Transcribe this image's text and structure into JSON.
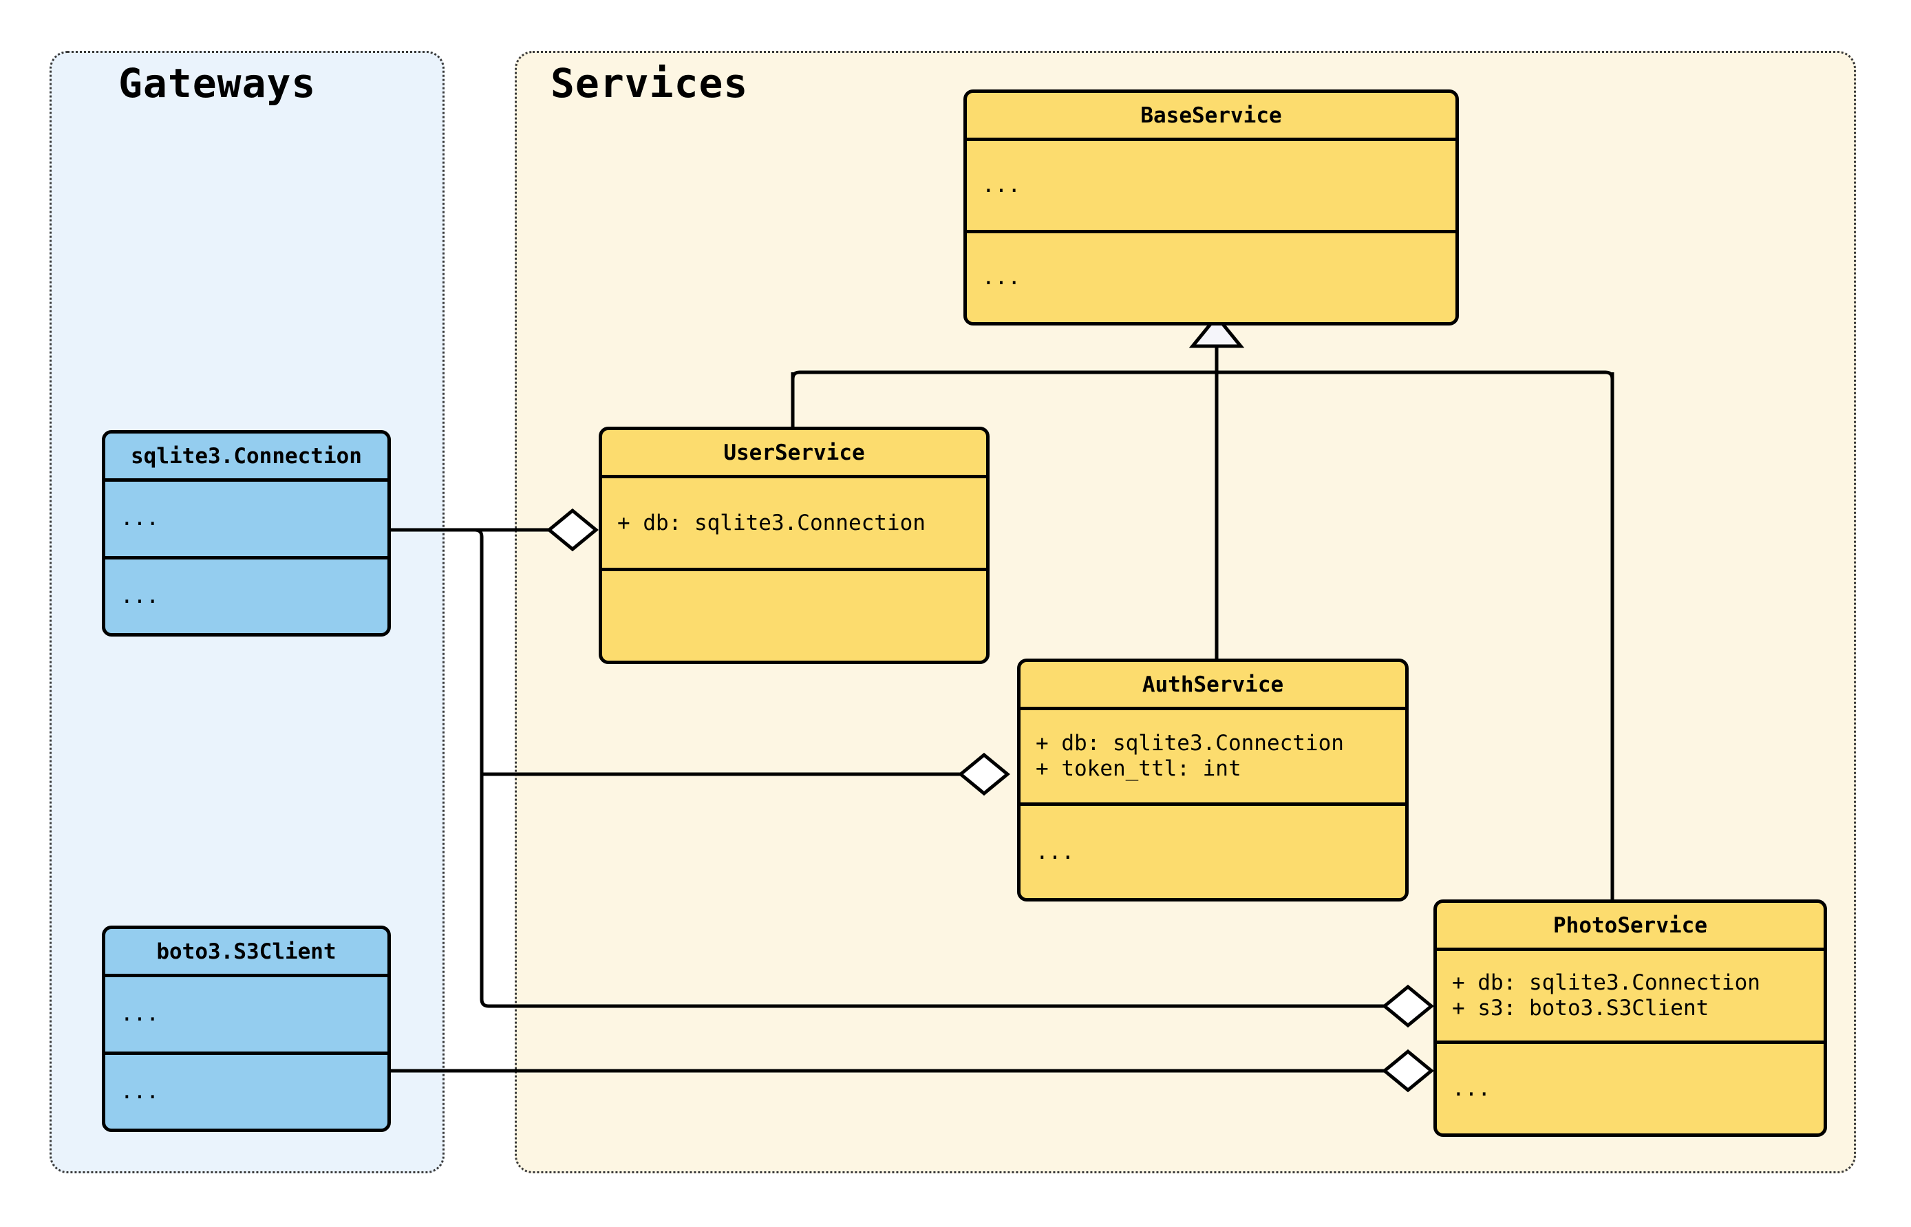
{
  "diagram": {
    "kind": "uml-class-diagram",
    "colors": {
      "gateway_package_bg": "#eaf3fc",
      "service_package_bg": "#fdf6e3",
      "gateway_class_fill": "#94cdef",
      "service_class_fill": "#fcdc6e",
      "stroke": "#000000",
      "package_border": "#3b3b3b",
      "hollow_marker_fill": "#f5f5fa"
    },
    "packages": [
      {
        "id": "gateways",
        "title": "Gateways"
      },
      {
        "id": "services",
        "title": "Services"
      }
    ],
    "classes": [
      {
        "id": "sqlite3-connection",
        "name": "sqlite3.Connection",
        "package": "gateways",
        "fill": "blue",
        "attributes": "...",
        "methods": "..."
      },
      {
        "id": "boto3-s3client",
        "name": "boto3.S3Client",
        "package": "gateways",
        "fill": "blue",
        "attributes": "...",
        "methods": "..."
      },
      {
        "id": "base-service",
        "name": "BaseService",
        "package": "services",
        "fill": "yellow",
        "attributes": "...",
        "methods": "..."
      },
      {
        "id": "user-service",
        "name": "UserService",
        "package": "services",
        "fill": "yellow",
        "attributes": "+ db: sqlite3.Connection",
        "methods": ""
      },
      {
        "id": "auth-service",
        "name": "AuthService",
        "package": "services",
        "fill": "yellow",
        "attributes": "+ db: sqlite3.Connection\n+ token_ttl: int",
        "methods": "..."
      },
      {
        "id": "photo-service",
        "name": "PhotoService",
        "package": "services",
        "fill": "yellow",
        "attributes": "+ db: sqlite3.Connection\n+ s3: boto3.S3Client",
        "methods": "..."
      }
    ],
    "relationships": [
      {
        "type": "inheritance",
        "from": "user-service",
        "to": "base-service",
        "marker": "hollow-triangle"
      },
      {
        "type": "inheritance",
        "from": "auth-service",
        "to": "base-service",
        "marker": "hollow-triangle"
      },
      {
        "type": "inheritance",
        "from": "photo-service",
        "to": "base-service",
        "marker": "hollow-triangle"
      },
      {
        "type": "aggregation",
        "from": "sqlite3-connection",
        "to": "user-service",
        "marker": "hollow-diamond"
      },
      {
        "type": "aggregation",
        "from": "sqlite3-connection",
        "to": "auth-service",
        "marker": "hollow-diamond"
      },
      {
        "type": "aggregation",
        "from": "sqlite3-connection",
        "to": "photo-service",
        "marker": "hollow-diamond"
      },
      {
        "type": "aggregation",
        "from": "boto3-s3client",
        "to": "photo-service",
        "marker": "hollow-diamond"
      }
    ]
  }
}
